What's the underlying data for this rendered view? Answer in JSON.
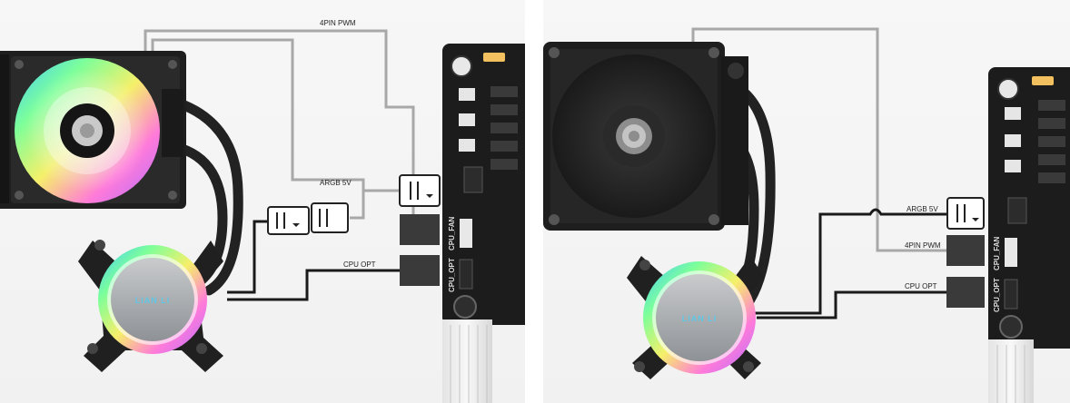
{
  "left": {
    "labels": {
      "pwm": "4PIN PWM",
      "argb": "ARGB 5V",
      "cpu_opt": "CPU OPT",
      "cpu_fan_hdr": "CPU_FAN",
      "cpu_opt_hdr": "CPU_OPT"
    },
    "pump_logo": "LIAN LI"
  },
  "right": {
    "labels": {
      "argb": "ARGB 5V",
      "pwm": "4PIN PWM",
      "cpu_opt": "CPU OPT",
      "cpu_fan_hdr": "CPU_FAN",
      "cpu_opt_hdr": "CPU_OPT"
    },
    "pump_logo": "LIAN LI"
  },
  "colors": {
    "pwm_cable": "#a8a8a8",
    "argb_cable": "#a8a8a8",
    "opt_cable": "#1a1a1a",
    "board": "#1c1c1c",
    "radiator": "#1e1e1e"
  }
}
